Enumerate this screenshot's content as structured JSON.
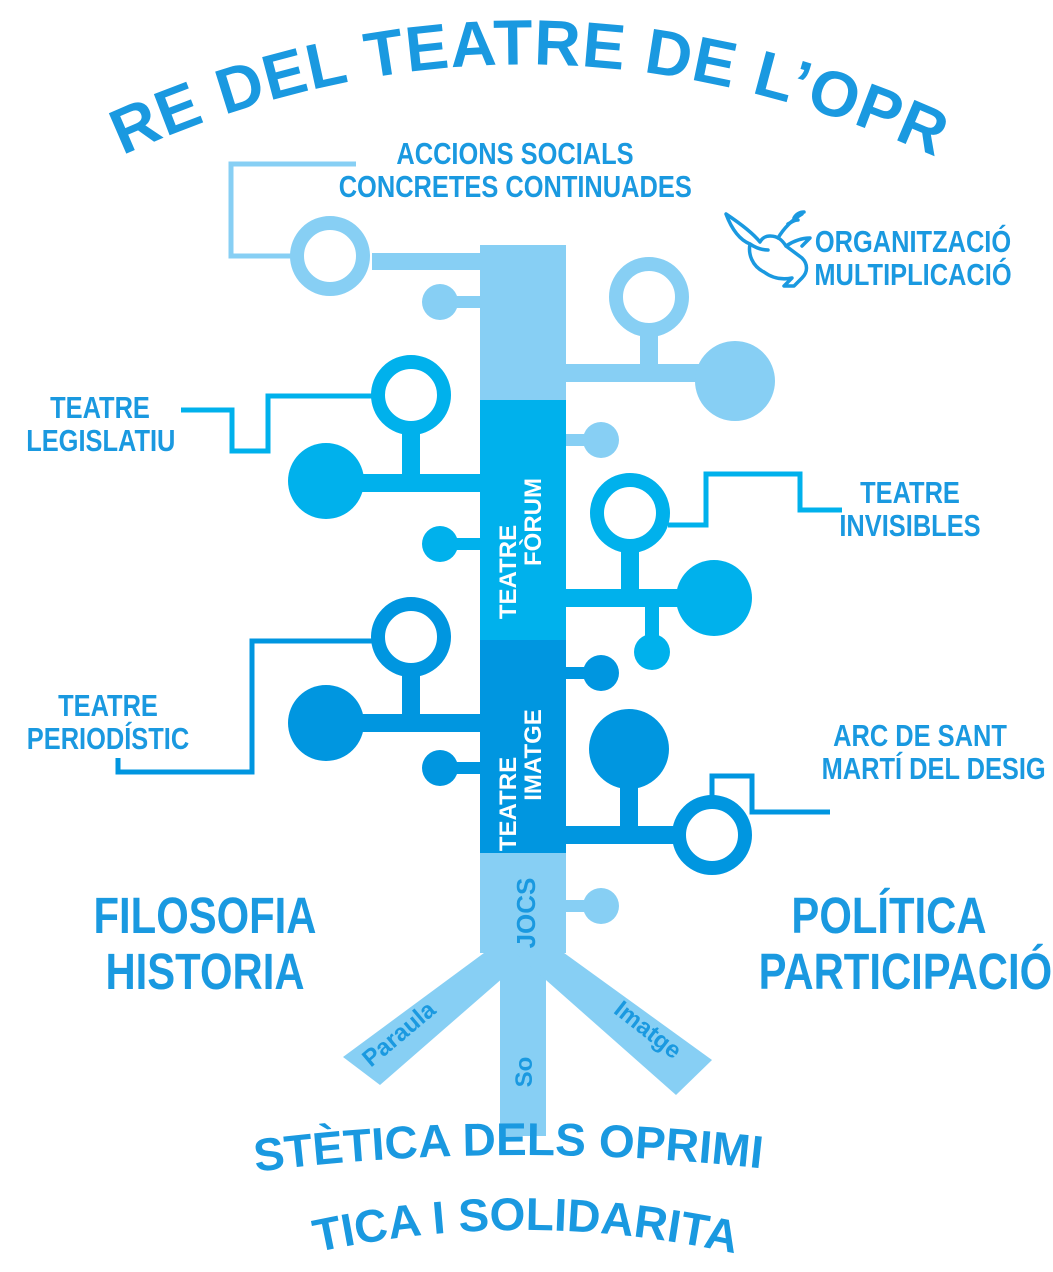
{
  "title": "ARBRE DEL TEATRE DE L’OPRIMIT",
  "bottom": {
    "line1": "ESTÈTICA DELS OPRIMITS",
    "line2": "ÈTICA I SOLIDARITAT"
  },
  "labels": {
    "accions": [
      "ACCIONS SOCIALS",
      "CONCRETES CONTINUADES"
    ],
    "organitzacio": [
      "ORGANITZACIÓ",
      "MULTIPLICACIÓ"
    ],
    "legislatiu": [
      "TEATRE",
      "LEGISLATIU"
    ],
    "invisibles": [
      "TEATRE",
      "INVISIBLES"
    ],
    "periodistic": [
      "TEATRE",
      "PERIODÍSTIC"
    ],
    "arc": [
      "ARC DE SANT",
      "MARTÍ DEL DESIG"
    ],
    "filosofia": [
      "FILOSOFIA",
      "HISTORIA"
    ],
    "politica": [
      "POLÍTICA",
      "PARTICIPACIÓ"
    ]
  },
  "trunk": {
    "forum": [
      "TEATRE",
      "FÒRUM"
    ],
    "imatge": [
      "TEATRE",
      "IMATGE"
    ],
    "jocs": "JOCS"
  },
  "roots": {
    "left": "Paraula",
    "center": "So",
    "right": "Imatge"
  },
  "icons": {
    "dove": "dove-icon"
  },
  "colors": {
    "light": "#87cff4",
    "mid": "#00b1ec",
    "dark": "#0096e0",
    "text": "#1a99e0"
  }
}
